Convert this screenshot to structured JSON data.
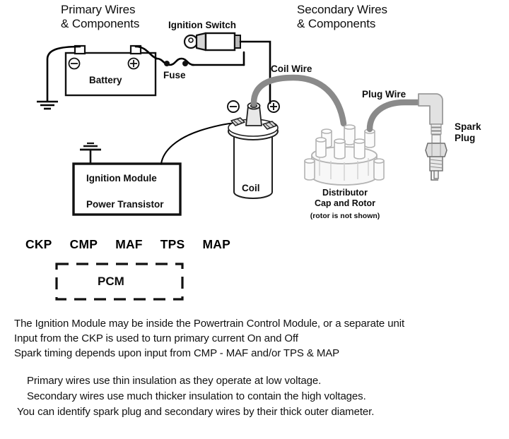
{
  "diagram": {
    "title_primary": "Primary Wires\n& Components",
    "title_secondary": "Secondary Wires\n& Components",
    "labels": {
      "ignition_switch": "Ignition Switch",
      "battery": "Battery",
      "fuse": "Fuse",
      "coil_wire": "Coil Wire",
      "plug_wire": "Plug Wire",
      "spark_plug": "Spark\nPlug",
      "coil": "Coil",
      "distributor": "Distributor\nCap and Rotor",
      "distributor_note": "(rotor is not shown)",
      "ignition_module": "Ignition Module",
      "power_transistor": "Power Transistor",
      "pcm": "PCM",
      "battery_minus": "⊖",
      "battery_plus": "⊕",
      "coil_minus": "⊖",
      "coil_plus": "⊕"
    },
    "sensors": [
      "CKP",
      "CMP",
      "MAF",
      "TPS",
      "MAP"
    ],
    "notes_block_1": [
      "The Ignition Module may be inside the Powertrain Control Module, or a separate unit",
      "Input from the CKP is used to turn primary current On and Off",
      "Spark timing depends upon input from CMP - MAF and/or TPS & MAP"
    ],
    "notes_block_2": [
      "Primary wires use thin insulation as they operate at low voltage.",
      "Secondary wires use much thicker insulation to contain the high voltages.",
      "You can identify spark plug and secondary wires by their thick outer diameter."
    ],
    "colors": {
      "background": "#ffffff",
      "text": "#0d0d0d",
      "primary_wire": "#000000",
      "secondary_wire": "#8a8a8a",
      "component_outline": "#1a1a1a",
      "component_fill": "#ffffff",
      "cap_outline": "#b3b3b3",
      "cap_fill": "#f2f2f2",
      "plug_body": "#e0e0e0"
    }
  }
}
